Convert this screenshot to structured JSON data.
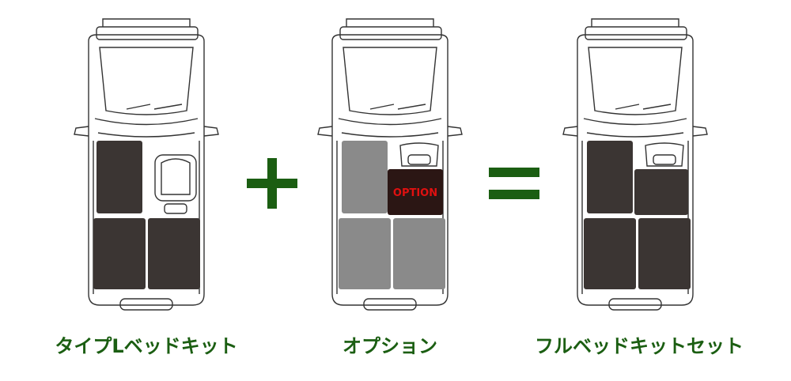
{
  "colors": {
    "green": "#1b5e12",
    "mat_dark": "#3b3533",
    "mat_gray": "#8a8a8a",
    "option_bg": "#2b1614",
    "option_text": "#e01010",
    "outline": "#333333"
  },
  "panels": [
    {
      "id": "type-l",
      "caption": "タイプLベッドキット",
      "variant": "dark",
      "front_passenger_mat": false
    },
    {
      "id": "option",
      "caption": "オプション",
      "variant": "gray",
      "front_passenger_mat": true,
      "option_label": "OPTION"
    },
    {
      "id": "full",
      "caption": "フルベッドキットセット",
      "variant": "dark",
      "front_passenger_mat": true
    }
  ],
  "operators": {
    "plus": "plus",
    "equals": "equals"
  }
}
